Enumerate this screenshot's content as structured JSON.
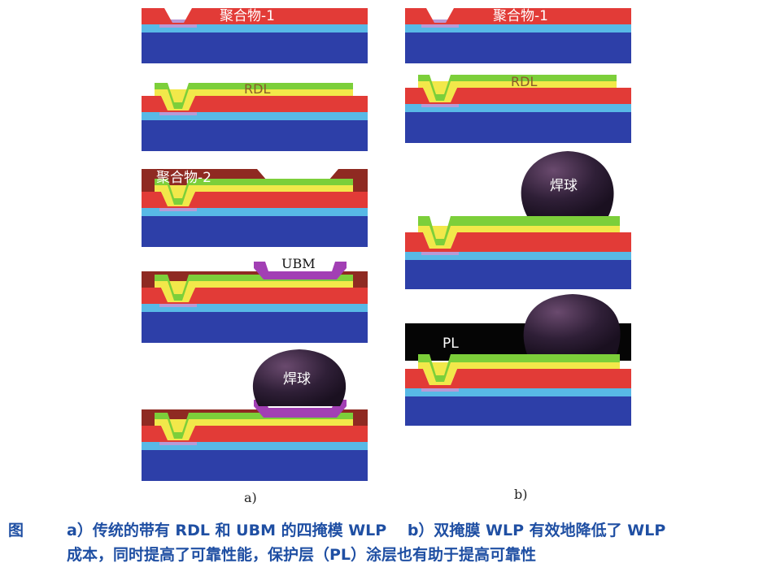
{
  "colors": {
    "substrate": "#2d3fa8",
    "passivation": "#58b9e6",
    "pad": "#b89ad6",
    "polymer1": "#e23b37",
    "rdl_green": "#7ccf3a",
    "rdl_yellow": "#f2e84a",
    "polymer2": "#8f2a22",
    "ubm": "#a23fb4",
    "solder": "#2b1d33",
    "pl": "#050505",
    "caption": "#1f4fa3"
  },
  "labels": {
    "polymer1": "聚合物-1",
    "rdl": "RDL",
    "polymer2": "聚合物-2",
    "ubm": "UBM",
    "solder": "焊球",
    "pl": "PL"
  },
  "sub_labels": {
    "a": "a)",
    "b": "b)"
  },
  "caption": {
    "prefix": "图",
    "line1": "a）传统的带有 RDL 和 UBM 的四掩模 WLP　 b）双掩膜 WLP 有效地降低了 WLP",
    "line2": "成本，同时提高了可靠性能，保护层（PL）涂层也有助于提高可靠性"
  }
}
